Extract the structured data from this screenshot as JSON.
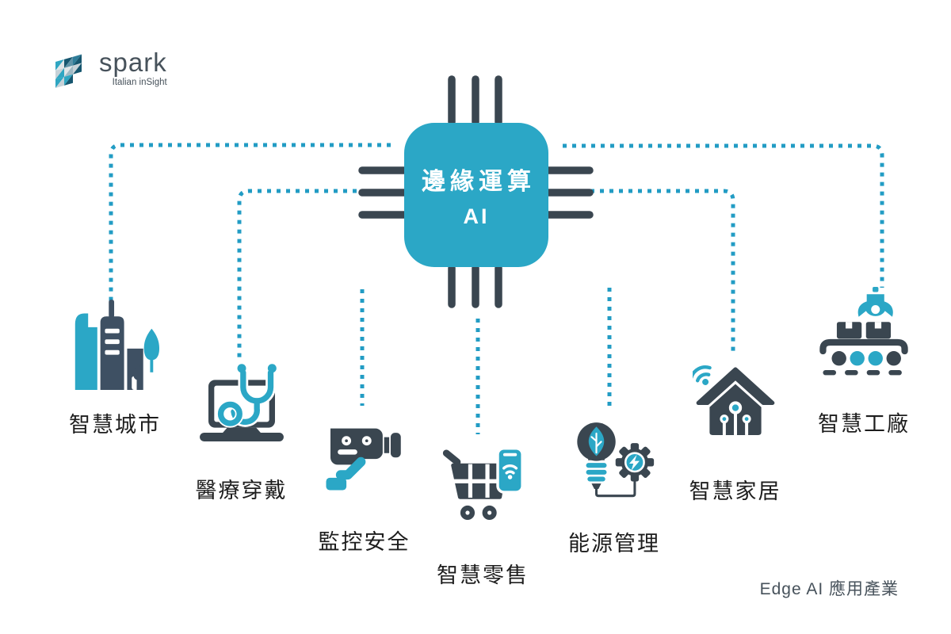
{
  "colors": {
    "teal": "#2BA7C6",
    "teal_dot": "#229CC4",
    "slate": "#3A4650",
    "slate2": "#3E5063",
    "text_dark": "#1D1D1D",
    "text_grey": "#47525B"
  },
  "logo": {
    "name": "spark",
    "tagline": "Italian inSight",
    "icon": "mosaic-triangles-icon"
  },
  "hub": {
    "title_line1": "邊緣運算",
    "title_line2": "AI",
    "icon": "cpu-chip-icon"
  },
  "nodes": [
    {
      "id": "smart-city",
      "label": "智慧城市",
      "icon": "city-buildings-icon"
    },
    {
      "id": "medical-wearable",
      "label": "醫療穿戴",
      "icon": "laptop-stethoscope-icon"
    },
    {
      "id": "surveillance-security",
      "label": "監控安全",
      "icon": "cctv-camera-icon"
    },
    {
      "id": "smart-retail",
      "label": "智慧零售",
      "icon": "shopping-cart-phone-icon"
    },
    {
      "id": "energy-management",
      "label": "能源管理",
      "icon": "bulb-leaf-gear-icon"
    },
    {
      "id": "smart-home",
      "label": "智慧家居",
      "icon": "smart-home-wifi-icon"
    },
    {
      "id": "smart-factory",
      "label": "智慧工廠",
      "icon": "conveyor-robot-arm-icon"
    }
  ],
  "caption": "Edge AI 應用產業"
}
